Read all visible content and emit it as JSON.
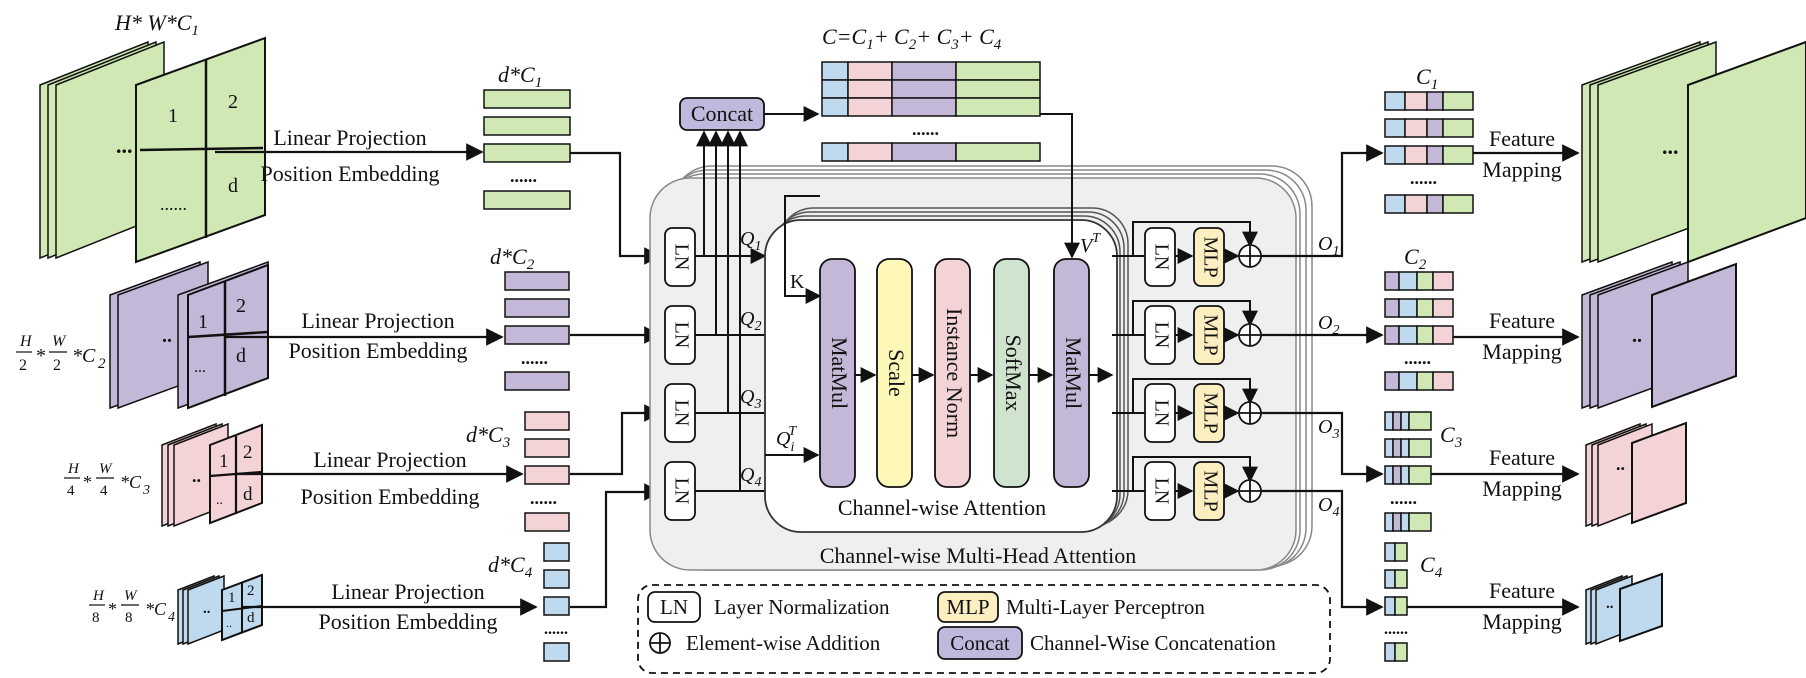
{
  "colors": {
    "green": "#cfe8b4",
    "purple": "#c3b8d8",
    "pink": "#f4d3d6",
    "blue": "#bfd9ef",
    "yellow": "#fdf8b8",
    "lightgreen": "#cfe3cf",
    "concat": "#c0b9dd",
    "mlp": "#fbefc2",
    "panel": "#efefef"
  },
  "inputs": [
    {
      "dim_html": "H* W*C₁",
      "tiles": [
        "1",
        "2",
        "d"
      ],
      "ellipsis": "...",
      "dots": "......"
    },
    {
      "dim_html": "H/2 * W/2 *C₂",
      "tiles": [
        "1",
        "2",
        "d"
      ],
      "ellipsis": "..",
      "dots": "..."
    },
    {
      "dim_html": "H/4 * W/4 *C₃",
      "tiles": [
        "1",
        "2",
        "d"
      ],
      "ellipsis": "..",
      "dots": ".."
    },
    {
      "dim_html": "H/8 * W/8 *C₄",
      "tiles": [
        "1",
        "2",
        "d"
      ],
      "ellipsis": "..",
      "dots": ".."
    }
  ],
  "frac": {
    "h": "H",
    "w": "W",
    "d2": "2",
    "d4": "4",
    "d8": "8",
    "c": "*C",
    "star": "*"
  },
  "projection": {
    "line1": "Linear Projection",
    "line2": "Position Embedding"
  },
  "token_labels": [
    "d*C",
    "d*C",
    "d*C",
    "d*C"
  ],
  "subscripts": [
    "1",
    "2",
    "3",
    "4"
  ],
  "dotrow": "......",
  "concat": {
    "label": "Concat",
    "formula_c": "C=C",
    "plus": "+ C"
  },
  "ln": "LN",
  "mlp": "MLP",
  "queries": [
    "Q",
    "Q",
    "Q",
    "Q"
  ],
  "k": "K",
  "qi": "Q",
  "qi_sub": "i",
  "qi_sup": "T",
  "v": "V",
  "v_sup": "T",
  "blocks": [
    "MatMul",
    "Scale",
    "Instance Norm",
    "SoftMax",
    "MatMul"
  ],
  "cwa_title": "Channel-wise Attention",
  "mha_title": "Channel-wise Multi-Head Attention",
  "outputs": [
    "O",
    "O",
    "O",
    "O"
  ],
  "out_c": [
    "C",
    "C",
    "C",
    "C"
  ],
  "feature_mapping": {
    "line1": "Feature",
    "line2": "Mapping"
  },
  "legend": [
    {
      "key": "LN",
      "text": "Layer Normalization"
    },
    {
      "key": "MLP",
      "text": "Multi-Layer Perceptron"
    },
    {
      "key": "⊕",
      "text": "Element-wise Addition"
    },
    {
      "key": "Concat",
      "text": "Channel-Wise Concatenation"
    }
  ]
}
